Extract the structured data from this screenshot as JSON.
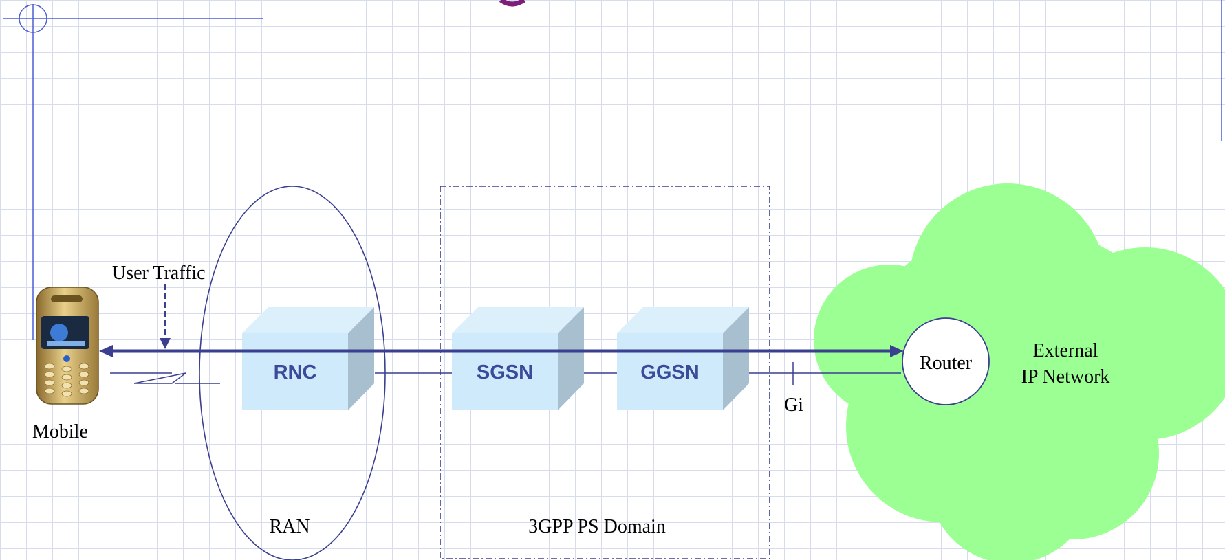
{
  "colors": {
    "line": "#3a3f8f",
    "cloud": "#9cff94",
    "box_front": "#cfeafa",
    "box_top": "#dcf0fb",
    "box_side": "#a8bfcf",
    "grid": "#d6dceb",
    "title_fragment": "#7a1f7a"
  },
  "labels": {
    "user_traffic": "User Traffic",
    "mobile": "Mobile",
    "ran": "RAN",
    "domain": "3GPP PS Domain",
    "gi": "Gi",
    "router": "Router",
    "external_line1": "External",
    "external_line2": "IP Network"
  },
  "nodes": {
    "rnc": "RNC",
    "sgsn": "SGSN",
    "ggsn": "GGSN"
  },
  "icons": {
    "mobile": "mobile-phone-icon",
    "cloud": "cloud-icon"
  }
}
